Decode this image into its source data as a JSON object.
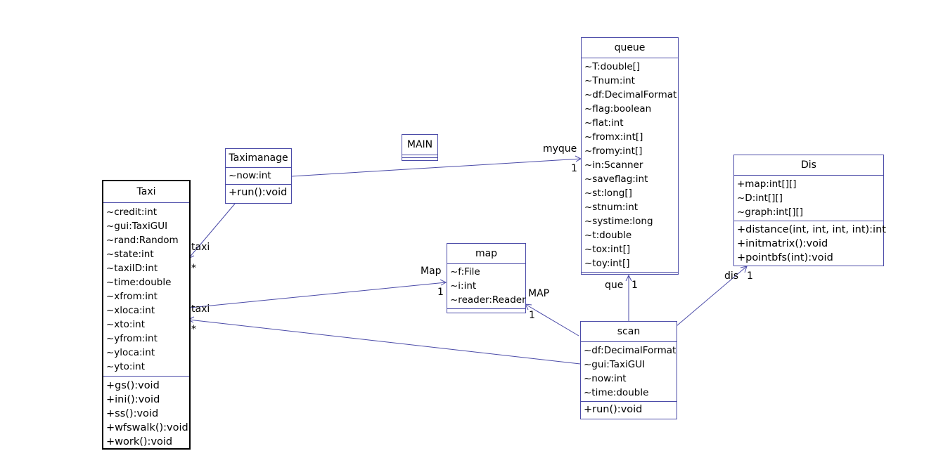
{
  "classes": {
    "taxi": {
      "name": "Taxi",
      "attributes": [
        "~credit:int",
        "~gui:TaxiGUI",
        "~rand:Random",
        "~state:int",
        "~taxiID:int",
        "~time:double",
        "~xfrom:int",
        "~xloca:int",
        "~xto:int",
        "~yfrom:int",
        "~yloca:int",
        "~yto:int"
      ],
      "operations": [
        "+gs():void",
        "+ini():void",
        "+ss():void",
        "+wfswalk():void",
        "+work():void"
      ]
    },
    "taximanage": {
      "name": "Taximanage",
      "attributes": [
        "~now:int"
      ],
      "operations": [
        "+run():void"
      ]
    },
    "main": {
      "name": "MAIN",
      "attributes": [],
      "operations": []
    },
    "queue": {
      "name": "queue",
      "attributes": [
        "~T:double[]",
        "~Tnum:int",
        "~df:DecimalFormat",
        "~flag:boolean",
        "~flat:int",
        "~fromx:int[]",
        "~fromy:int[]",
        "~in:Scanner",
        "~saveflag:int",
        "~st:long[]",
        "~stnum:int",
        "~systime:long",
        "~t:double",
        "~tox:int[]",
        "~toy:int[]"
      ],
      "operations": []
    },
    "dis": {
      "name": "Dis",
      "attributes": [
        "+map:int[][]",
        "~D:int[][]",
        "~graph:int[][]"
      ],
      "operations": [
        "+distance(int, int, int, int):int",
        "+initmatrix():void",
        "+pointbfs(int):void"
      ]
    },
    "map": {
      "name": "map",
      "attributes": [
        "~f:File",
        "~i:int",
        "~reader:Reader"
      ],
      "operations": []
    },
    "scan": {
      "name": "scan",
      "attributes": [
        "~df:DecimalFormat",
        "~gui:TaxiGUI",
        "~now:int",
        "~time:double"
      ],
      "operations": [
        "+run():void"
      ]
    }
  },
  "labels": {
    "myque": "myque",
    "myque_mult": "1",
    "taxi1": "taxi",
    "taxi1_mult": "*",
    "map_role": "Map",
    "map_mult": "1",
    "taxi2": "taxi",
    "taxi2_mult": "*",
    "map2_role": "MAP",
    "map2_mult": "1",
    "que": "que",
    "que_mult": "1",
    "dis": "dis",
    "dis_mult": "1"
  },
  "colors": {
    "line": "#4b4ba8",
    "box_border": "#4b4ba8",
    "selected_border": "#000000"
  }
}
